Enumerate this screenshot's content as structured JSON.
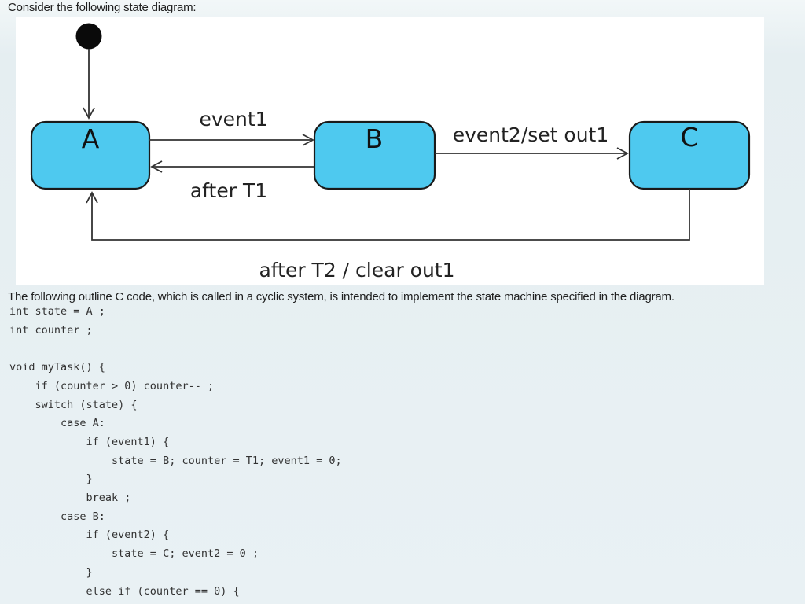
{
  "intro_text": "Consider the following state diagram:",
  "description_text": "The following outline C code, which is called in a cyclic system, is intended to implement the state machine specified in the diagram.",
  "diagram": {
    "states": [
      {
        "id": "A",
        "label": "A"
      },
      {
        "id": "B",
        "label": "B"
      },
      {
        "id": "C",
        "label": "C"
      }
    ],
    "transitions": [
      {
        "from": "initial",
        "to": "A",
        "label": ""
      },
      {
        "from": "A",
        "to": "B",
        "label": "event1"
      },
      {
        "from": "B",
        "to": "A",
        "label": "after T1"
      },
      {
        "from": "B",
        "to": "C",
        "label": "event2/set out1"
      },
      {
        "from": "C",
        "to": "A",
        "label": "after T2 / clear out1"
      }
    ],
    "colors": {
      "state_fill": "#4ec9ef",
      "state_border": "#1a1a1a",
      "arrow": "#333333",
      "panel_background": "#ffffff"
    }
  },
  "code_text": "int state = A ;\nint counter ;\n\nvoid myTask() {\n    if (counter > 0) counter-- ;\n    switch (state) {\n        case A:\n            if (event1) {\n                state = B; counter = T1; event1 = 0;\n            }\n            break ;\n        case B:\n            if (event2) {\n                state = C; event2 = 0 ;\n            }\n            else if (counter == 0) {"
}
